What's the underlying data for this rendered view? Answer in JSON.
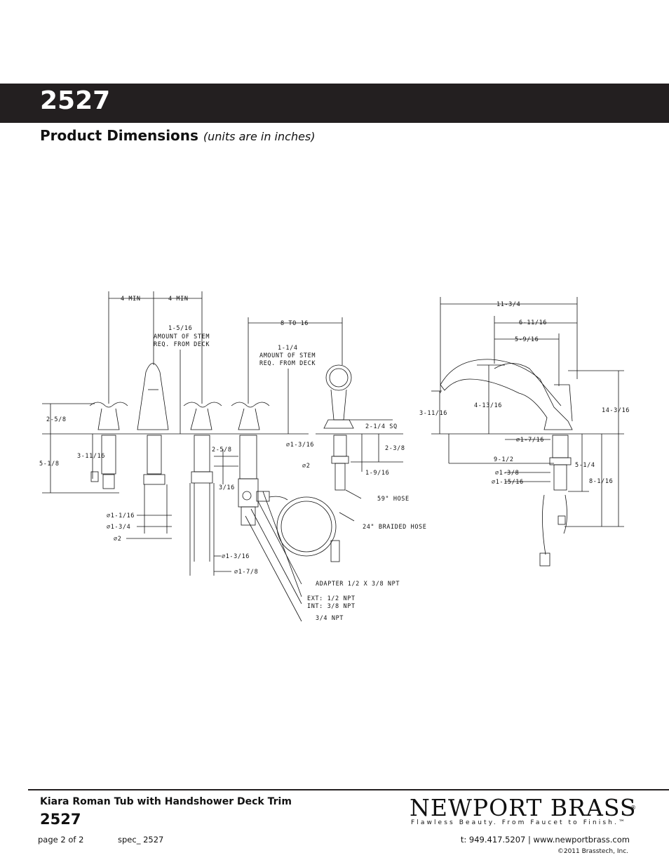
{
  "header": {
    "model": "2527"
  },
  "section": {
    "title": "Product Dimensions",
    "subtitle": "(units are in inches)"
  },
  "drawing": {
    "labels": {
      "four_min_a": "4 MIN",
      "four_min_b": "4 MIN",
      "stem1_l1": "1-5/16",
      "stem1_l2": "AMOUNT OF STEM",
      "stem1_l3": "REQ. FROM DECK",
      "eight_to_16": "8 TO 16",
      "stem2_l1": "1-1/4",
      "stem2_l2": "AMOUNT OF STEM",
      "stem2_l3": "REQ. FROM DECK",
      "h_2_5_8": "2-5/8",
      "h_5_1_8": "5-1/8",
      "h_3_11_16": "3-11/16",
      "h_2_5_8_b": "2-5/8",
      "h_3_16": "3/16",
      "d_1_1_16": "1-1/16",
      "d_1_3_4": "1-3/4",
      "d_2": "2",
      "d_1_3_16": "1-3/16",
      "d_1_7_8": "1-7/8",
      "sq_2_1_4": "2-1/4  SQ",
      "d_1_3_16_b": "1-3/16",
      "h_2_3_8": "2-3/8",
      "d_2_b": "2",
      "h_1_9_16": "1-9/16",
      "hose_59": "59\" HOSE",
      "braided": "24\" BRAIDED HOSE",
      "adapter": "ADAPTER 1/2 X 3/8 NPT",
      "ext": "EXT: 1/2 NPT",
      "int": "INT: 3/8 NPT",
      "npt": "3/4 NPT",
      "w_11_3_4": "11-3/4",
      "w_6_11_16": "6-11/16",
      "w_5_9_16": "5-9/16",
      "h_3_11_16_r": "3-11/16",
      "h_4_13_16": "4-13/16",
      "h_14_3_16": "14-3/16",
      "d_1_7_16": "1-7/16",
      "w_9_1_2": "9-1/2",
      "d_1_3_8": "1-3/8",
      "d_1_15_16": "1-15/16",
      "h_5_1_4": "5-1/4",
      "h_8_1_16": "8-1/16"
    }
  },
  "footer": {
    "product_name": "Kiara Roman Tub with Handshower Deck Trim",
    "model": "2527",
    "page": "page 2 of 2",
    "spec": "spec_ 2527",
    "contact": "t: 949.417.5207 | www.newportbrass.com",
    "copyright": "©2011 Brasstech, Inc.",
    "logo_name": "NEWPORT BRASS",
    "logo_tagline": "Flawless Beauty. From Faucet to Finish.™",
    "logo_mark": "®"
  }
}
